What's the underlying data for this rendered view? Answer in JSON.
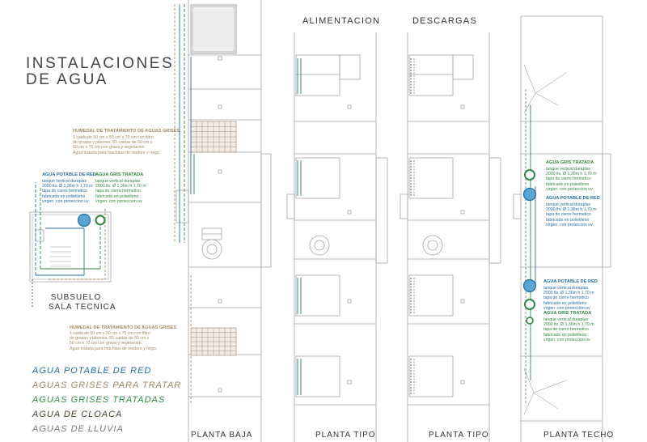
{
  "title": {
    "line1": "INSTALACIONES",
    "line2": "DE AGUA"
  },
  "colors": {
    "potable": "#1f6fa5",
    "grises_tratar": "#a08a62",
    "grises_tratadas": "#2e8a3e",
    "cloaca": "#4a3d2c",
    "lluvia": "#777777",
    "wall": "#9a9a9a"
  },
  "column_titles": {
    "alimentacion": "ALIMENTACION",
    "descargas": "DESCARGAS"
  },
  "plan_labels": {
    "planta_baja": "PLANTA BAJA",
    "planta_tipo_1": "PLANTA TIPO",
    "planta_tipo_2": "PLANTA TIPO",
    "planta_techo": "PLANTA TECHO"
  },
  "subsuelo": {
    "line1": "SUBSUELO",
    "line2": "SALA TECNICA"
  },
  "legend": [
    {
      "label": "AGUA POTABLE DE RED",
      "color": "#1f6fa5"
    },
    {
      "label": "AGUAS GRISES PARA TRATAR",
      "color": "#a08a62"
    },
    {
      "label": "AGUAS GRISES TRATADAS",
      "color": "#2e8a3e"
    },
    {
      "label": "AGUA DE CLOACA",
      "color": "#4a3d2c"
    },
    {
      "label": "AGUAS DE LLUVIA",
      "color": "#777777"
    }
  ],
  "humedal_note": {
    "title": "HUMEDAL DE TRATAMIENTO DE AGUAS GRISES",
    "body": "1 caida de 50 cm x 50 cm x 70 cm con filtro\nde grasas y jabones. 55 caidas de 50 cm x\n50 cm x 70 cm con grava y vegetacion.\nAgua tratada para machitas de inodoro y riego."
  },
  "humedal_note_2": {
    "title": "HUMEDAL DE TRATAMIENTO DE AGUAS GRISES",
    "body": "1 caida de 50 cm x 50 cm x 70 cm con filtro\nde grasas y jabones. 55 caidas de 50 cm x\n50 cm x 70 cm con grava y vegetacion.\nAgua tratada para machitas de inodoro y riego."
  },
  "tank_potable_left": {
    "title": "AGUA POTABLE DE RED",
    "body": "tanque vertical duraplas\n2000 lts. Ø 1,36m h 1,70 m\ntapa de cierre hermetico\nfabricado en polietileno\nvirgen  con proteccion uv"
  },
  "tank_gris_left": {
    "title": "AGUA GRIS TRATADA",
    "body": "tanque vertical duraplas\n2000 lts. Ø 1,36m h 1,70 m\ntapa de cierre hermetico\nfabricado en polietileno\nvirgen  con proteccion uv"
  },
  "roof_top_gris": {
    "title": "AGUA GRIS TRATADA",
    "body": "tanque vertical duraplas\n2000 lts. Ø 1,36m h 1,70 m\ntapa de cierre hermetico\nfabricado en polietileno\nvirgen  con proteccion uv"
  },
  "roof_top_potable": {
    "title": "AGUA POTABLE DE RED",
    "body": "tanque vertical duraplas\n2000 lts. Ø 1,36m h 1,70 m\ntapa de cierre hermetico\nfabricado en polietileno\nvirgen  con proteccion uv"
  },
  "roof_bot_potable": {
    "title": "AGUA POTABLE DE RED",
    "body": "tanque vertical duraplas\n2000 lts. Ø 1,36m h 1,70 m\ntapa de cierre hermetico\nfabricado en polietileno\nvirgen  con proteccion uv"
  },
  "roof_bot_gris": {
    "title": "AGUA GRIS TRATADA",
    "body": "tanque vertical duraplas\n2000 lts. Ø 1,36m h 1,70 m\ntapa de cierre hermetico\nfabricado en polietileno\nvirgen  con proteccion uv"
  }
}
